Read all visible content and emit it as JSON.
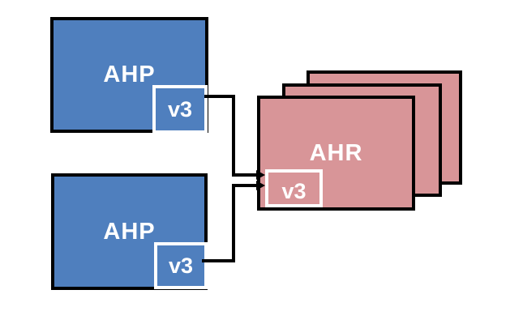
{
  "diagram": {
    "nodes": {
      "ahp_top": {
        "label": "AHP",
        "version": "v3"
      },
      "ahp_bottom": {
        "label": "AHP",
        "version": "v3"
      },
      "ahr": {
        "label": "AHR",
        "version": "v3",
        "stack_count": 3
      }
    },
    "connections": [
      {
        "from": "ahp_top.v3",
        "to": "ahr.v3",
        "style": "elbow-arrow"
      },
      {
        "from": "ahp_bottom.v3",
        "to": "ahr.v3",
        "style": "elbow-arrow"
      }
    ],
    "colors": {
      "ahp_fill": "#4f7fbe",
      "ahr_fill": "#d89598",
      "outline": "#000000",
      "version_box_border": "#ffffff",
      "label_text": "#ffffff",
      "canvas_background": "#ffffff"
    }
  }
}
